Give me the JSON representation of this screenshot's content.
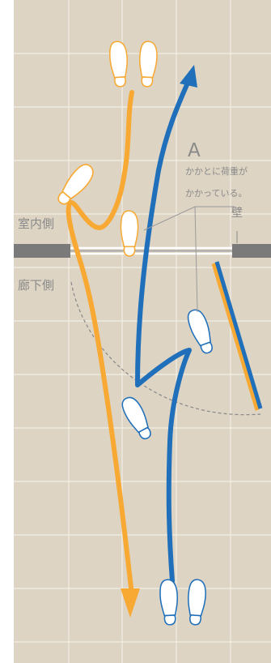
{
  "labels": {
    "indoor": "室内側",
    "corridor": "廊下側",
    "wall": "壁",
    "marker": "A",
    "note_line1": "かかとに荷重が",
    "note_line2": "かかっている。"
  },
  "colors": {
    "background": "#ffffff",
    "floor": "#ddd4c3",
    "grid": "#f3efe6",
    "wall": "#7a7a7a",
    "orange": "#f7a933",
    "blue": "#1f6fba",
    "text": "#8a8a8a",
    "leader": "#9a9a9a"
  },
  "icons": {
    "footprint": "shoe-print-icon",
    "arrow": "arrow-head-icon"
  }
}
